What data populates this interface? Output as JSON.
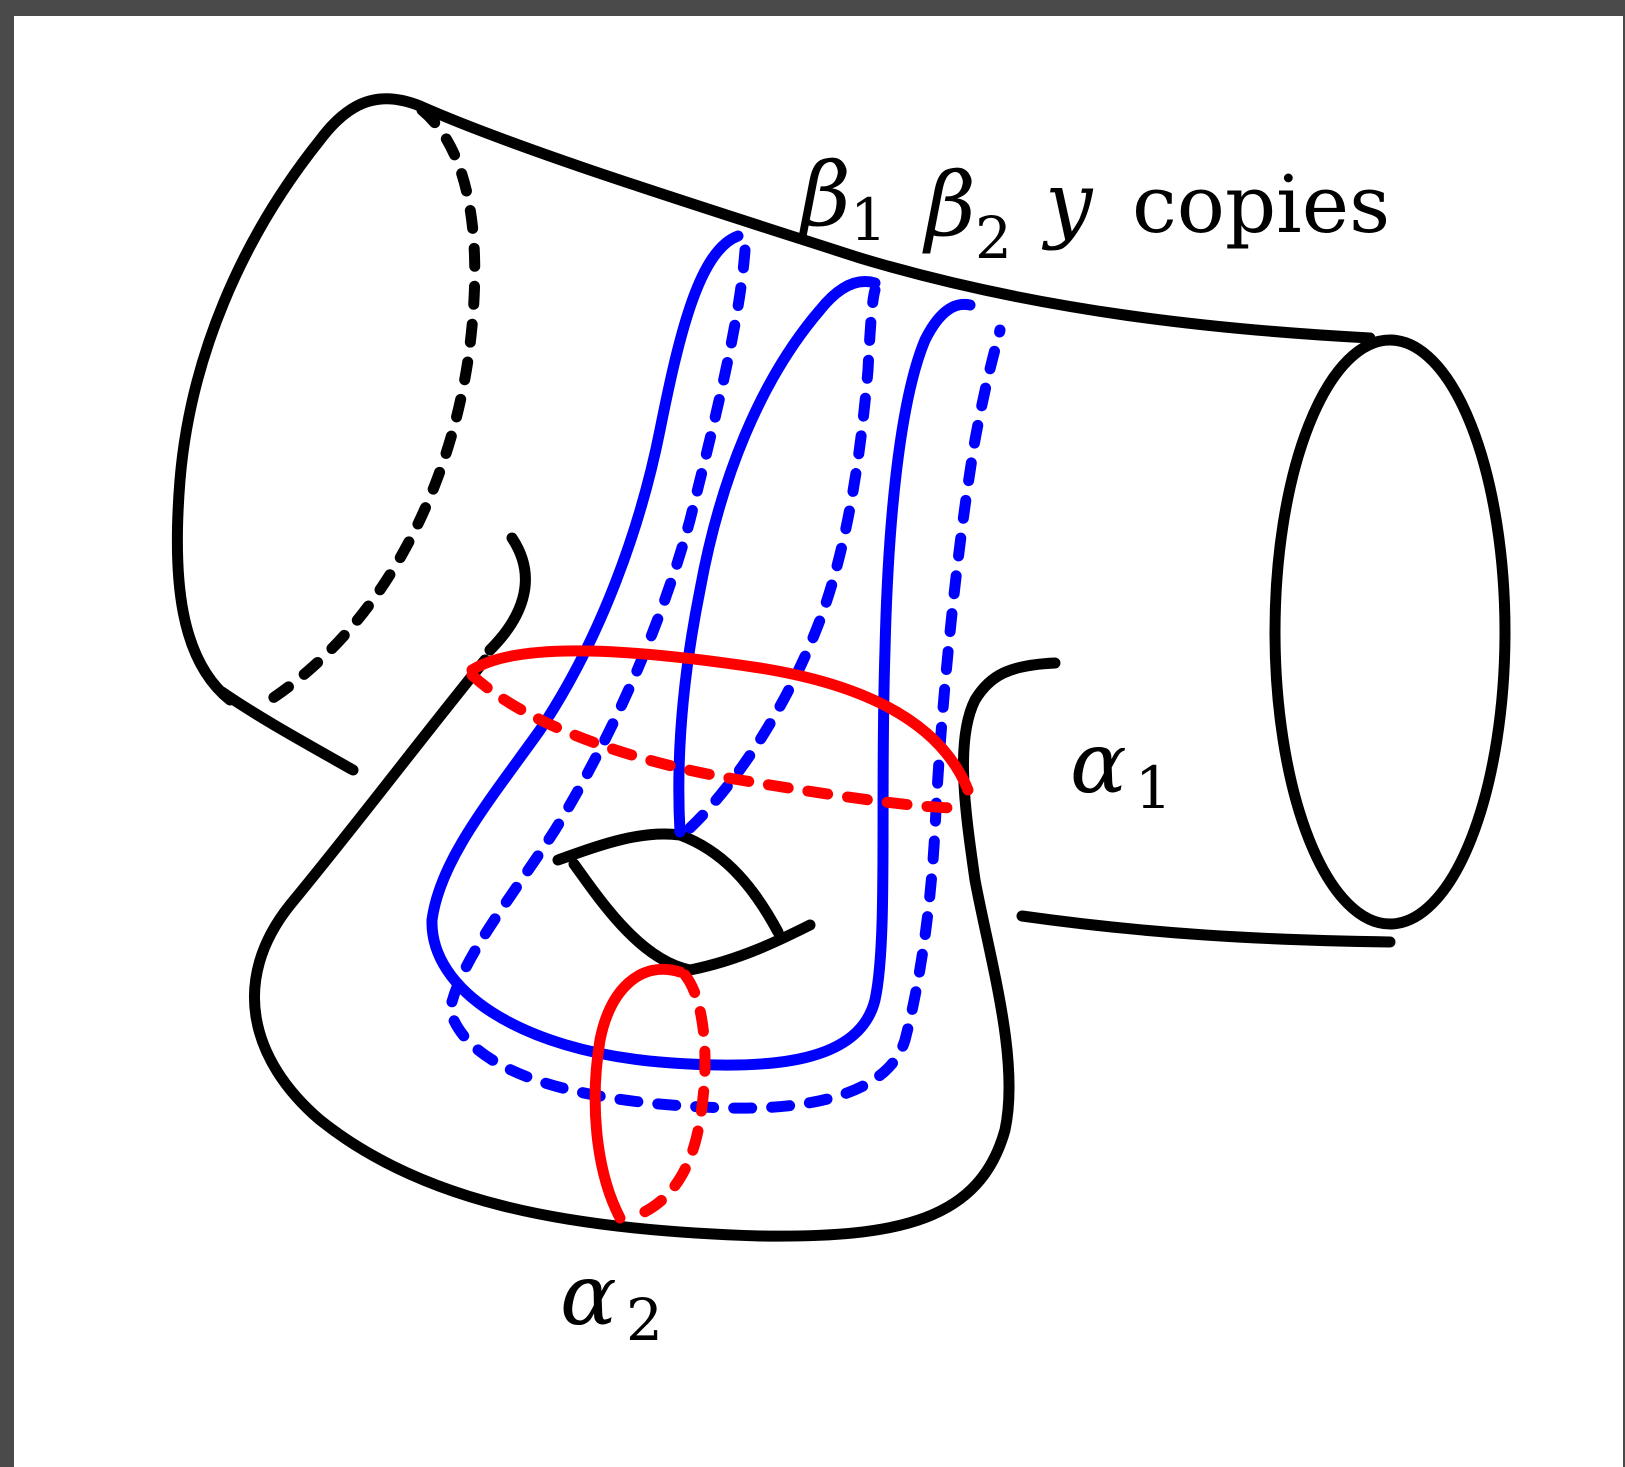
{
  "labels": {
    "beta1": {
      "symbol": "β",
      "sub": "1"
    },
    "beta2": {
      "symbol": "β",
      "sub": "2"
    },
    "y": "y",
    "copies": "copies",
    "alpha1": {
      "symbol": "α",
      "sub": "1"
    },
    "alpha2": {
      "symbol": "α",
      "sub": "2"
    }
  },
  "colors": {
    "surface": "#000000",
    "beta_curves": "#0000ff",
    "alpha_curves": "#ff0000",
    "background": "#ffffff",
    "frame": "#4a4a4a"
  }
}
